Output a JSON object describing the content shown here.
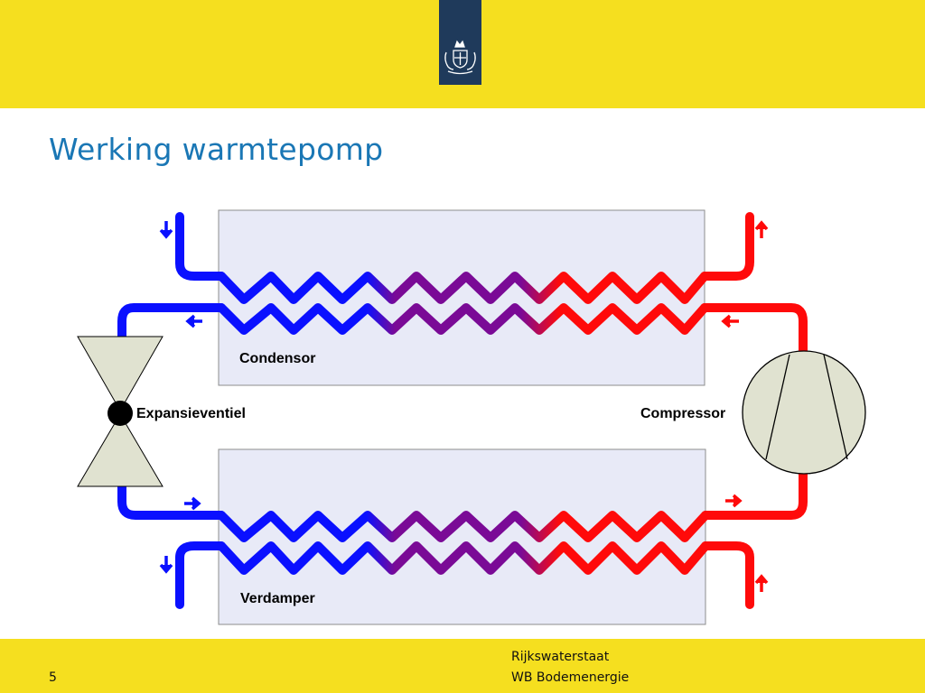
{
  "header": {
    "title": "Werking warmtepomp"
  },
  "diagram": {
    "labels": {
      "condenser": "Condensor",
      "evaporator": "Verdamper",
      "expansion_valve": "Expansieventiel",
      "compressor": "Compressor"
    },
    "colors": {
      "cold": "#0a10ff",
      "warm": "#ff0a0a",
      "mid": "#7a0a96",
      "exchanger_fill": "#e8eaf7",
      "component_fill": "#e0e2d0",
      "band": "#f5df1f",
      "logo_bg": "#1f3a5b",
      "title": "#1a77b5"
    },
    "icons": [
      "crest-icon",
      "arrow-icon"
    ]
  },
  "footer": {
    "page_number": "5",
    "organization": "Rijkswaterstaat",
    "department": "WB Bodemenergie"
  }
}
